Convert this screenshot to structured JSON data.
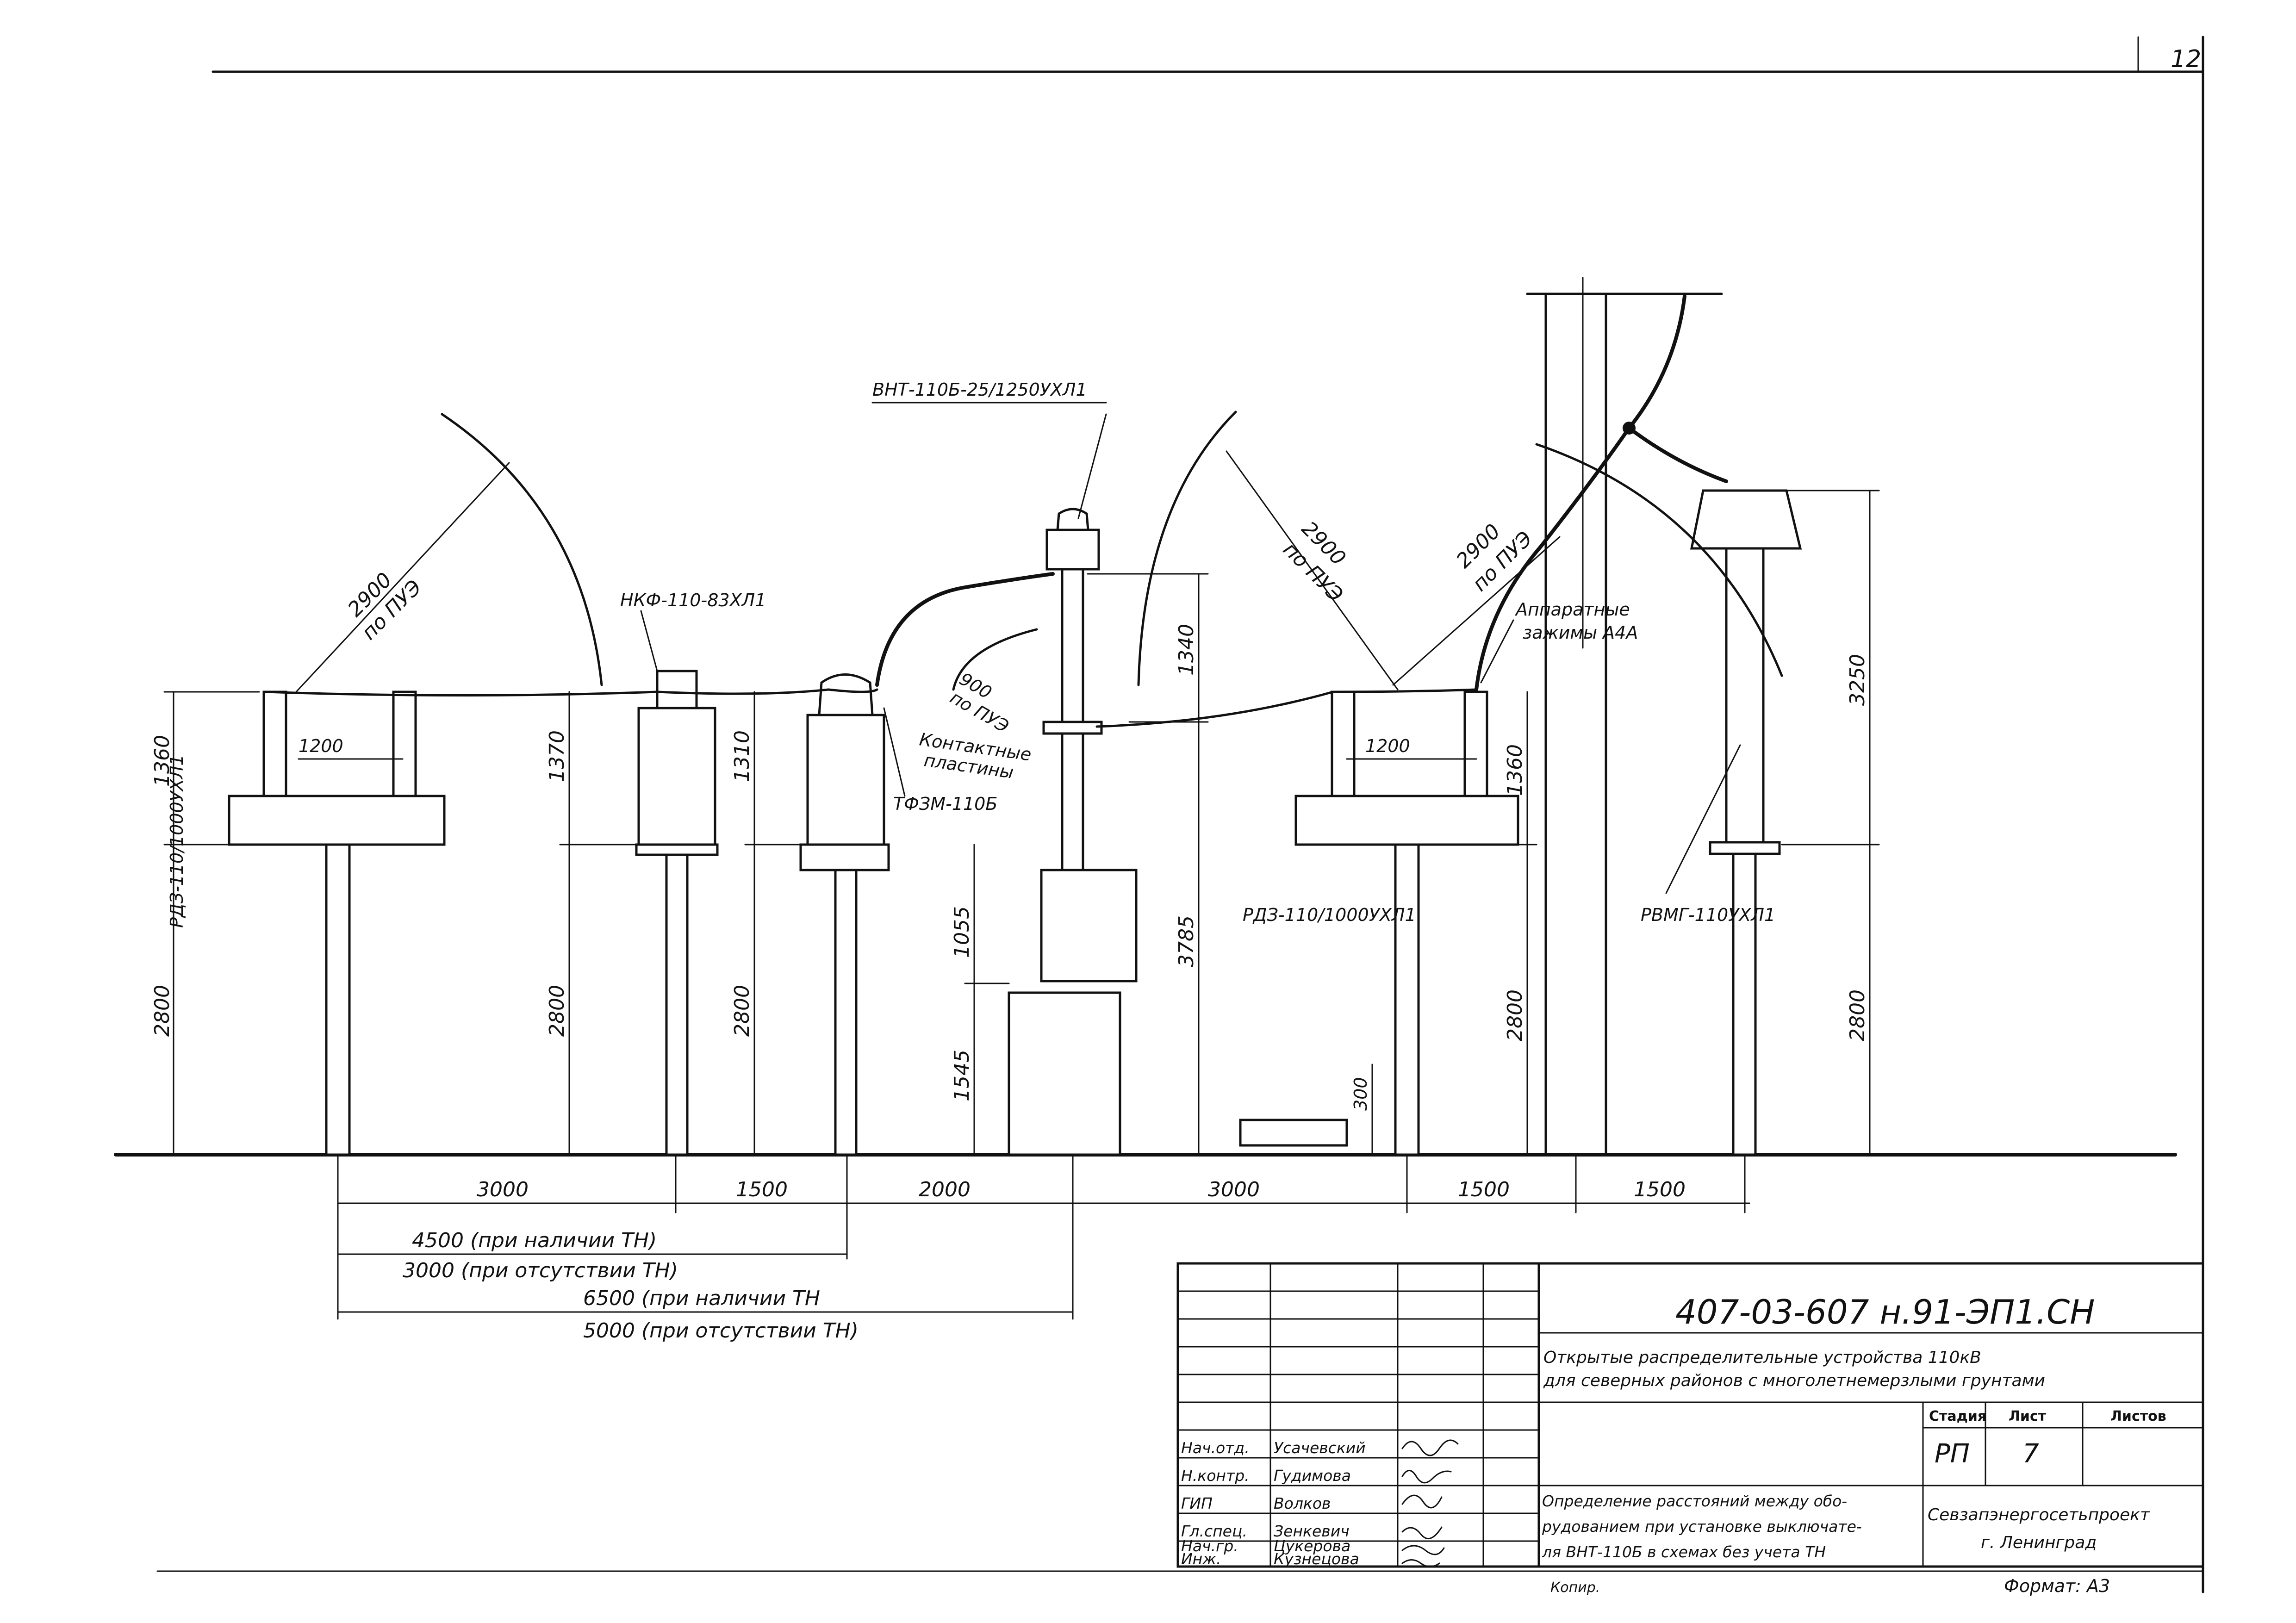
{
  "sheet_number": "12",
  "labels": {
    "breaker": "ВНТ-110Б-25/1250УХЛ1",
    "vt": "НКФ-110-83ХЛ1",
    "ct": "ТФЗМ-110Б",
    "disc_left": "РДЗ-110/1000УХЛ1",
    "disc_right": "РДЗ-110/1000УХЛ1",
    "arrester": "РВМГ-110УХЛ1",
    "clamps_line1": "Аппаратные",
    "clamps_line2": "зажимы А4А",
    "contact_line1": "Контактные",
    "contact_line2": "пластины"
  },
  "clearances": {
    "left_value": "2900",
    "left_unit": "по ПУЭ",
    "mid_value": "900",
    "mid_unit": "по ПУЭ",
    "right1_value": "2900",
    "right1_unit": "по ПУЭ",
    "right2_value": "2900",
    "right2_unit": "по ПУЭ"
  },
  "heights": {
    "h1360_left": "1360",
    "h2800_left": "2800",
    "h1370": "1370",
    "h2800_vt": "2800",
    "h1310": "1310",
    "h2800_ct": "2800",
    "h1340": "1340",
    "h1055": "1055",
    "h1545": "1545",
    "h3785": "3785",
    "h300": "300",
    "h1360_right": "1360",
    "h2800_right": "2800",
    "h3250": "3250",
    "h2800_arr": "2800",
    "w1200_left": "1200",
    "w1200_right": "1200"
  },
  "spans": {
    "s1": "3000",
    "s2": "1500",
    "s3": "2000",
    "s4": "3000",
    "s5": "1500",
    "s6": "1500"
  },
  "totals": {
    "t1": "4500 (при наличии ТН)",
    "t2": "3000 (при отсутствии ТН)",
    "t3": "6500  (при наличии  ТН",
    "t4": "5000  (при отсутствии ТН)"
  },
  "title_block": {
    "doc_code": "407-03-607 н.91-ЭП1.СН",
    "title_line1": "Открытые распределительные устройства 110кВ",
    "title_line2": "для северных районов с многолетнемерзлыми грунтами",
    "sheet_title_line1": "Определение расстояний между обо-",
    "sheet_title_line2": "рудованием при установке выключате-",
    "sheet_title_line3": "ля ВНТ-110Б в схемах без учета  ТН",
    "stage_header": "Стадия",
    "sheet_header": "Лист",
    "sheets_header": "Листов",
    "stage_value": "РП",
    "sheet_value": "7",
    "sheets_value": "",
    "org_line1": "Севзапэнергосетьпроект",
    "org_line2": "г. Ленинград",
    "copied": "Копир.",
    "format": "Формат: А3",
    "roles": [
      {
        "role": "Нач.отд.",
        "name": "Усачевский"
      },
      {
        "role": "Н.контр.",
        "name": "Гудимова"
      },
      {
        "role": "ГИП",
        "name": "Волков"
      },
      {
        "role": "Гл.спец.",
        "name": "Зенкевич"
      },
      {
        "role": "Нач.гр.",
        "name": "Цукерова"
      },
      {
        "role": "Инж.",
        "name": "Кузнецова"
      }
    ]
  }
}
